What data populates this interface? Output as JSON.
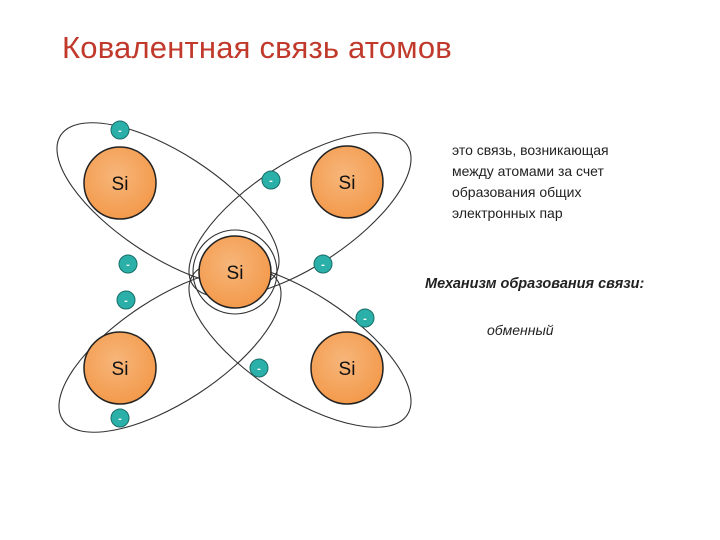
{
  "title": "Ковалентная связь атомов",
  "definition_lines": [
    "это связь, возникающая",
    "между атомами за счет",
    "образования общих",
    "электронных пар"
  ],
  "mechanism_label": "Механизм образования связи:",
  "mechanism_value": "обменный",
  "diagram": {
    "atom_symbol": "Si",
    "electron_symbol": "-",
    "colors": {
      "atom_fill": "#f39a4c",
      "atom_inner": "#f7b67a",
      "atom_stroke": "#222222",
      "electron_fill": "#2ab0a8",
      "electron_stroke": "#1a6d68",
      "orbit_stroke": "#333333"
    }
  }
}
